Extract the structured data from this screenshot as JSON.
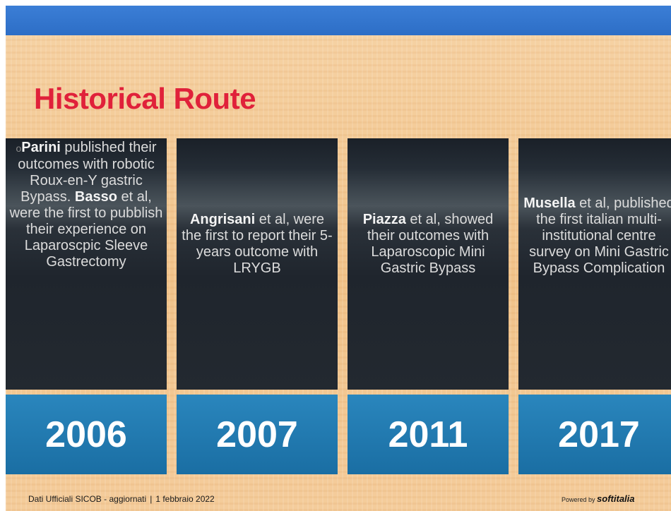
{
  "colors": {
    "title": "#e0213a",
    "top_bar": "#2d6ec6",
    "year_band": "#1c73a8",
    "column_bg": "#1e242c"
  },
  "title": "Historical Route",
  "columns": [
    {
      "year": "2006",
      "bullet": "o",
      "segments": [
        {
          "text": "Parini",
          "bold": true
        },
        {
          "text": " published their outcomes with robotic Roux-en-Y gastric Bypass. ",
          "bold": false
        },
        {
          "text": "Basso",
          "bold": true
        },
        {
          "text": " et al, were the first to pubblish their experience on Laparoscpic Sleeve Gastrectomy",
          "bold": false
        }
      ]
    },
    {
      "year": "2007",
      "segments": [
        {
          "text": "Angrisani",
          "bold": true
        },
        {
          "text": " et al, were the first to report their 5-years outcome with LRYGB",
          "bold": false
        }
      ]
    },
    {
      "year": "2011",
      "segments": [
        {
          "text": "Piazza",
          "bold": true
        },
        {
          "text": " et al, showed their outcomes with Laparoscopic Mini Gastric Bypass",
          "bold": false
        }
      ]
    },
    {
      "year": "2017",
      "segments": [
        {
          "text": "Musella",
          "bold": true
        },
        {
          "text": " et al, published the first italian multi-institutional centre survey on Mini Gastric Bypass Complication",
          "bold": false
        }
      ]
    }
  ],
  "footer": {
    "left_text": "Dati Ufficiali SICOB - aggiornati",
    "separator": "|",
    "date_text": "1 febbraio 2022",
    "powered_by": "Powered by",
    "brand": "softitalia"
  }
}
